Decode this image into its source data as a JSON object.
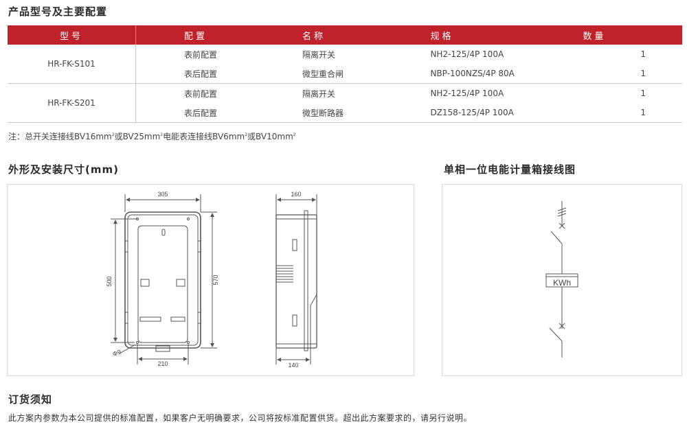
{
  "sections": {
    "config_title": "产品型号及主要配置",
    "dimensions_title": "外形及安装尺寸(mm)",
    "wiring_title": "单相一位电能计量箱接线图",
    "order_title": "订货须知"
  },
  "table": {
    "headers": [
      "型号",
      "配置",
      "名称",
      "规格",
      "数量"
    ],
    "groups": [
      {
        "model": "HR-FK-S101",
        "rows": [
          {
            "config": "表前配置",
            "name": "隔离开关",
            "spec": "NH2-125/4P  100A",
            "qty": "1"
          },
          {
            "config": "表后配置",
            "name": "微型重合闸",
            "spec": "NBP-100NZS/4P 80A",
            "qty": "1"
          }
        ]
      },
      {
        "model": "HR-FK-S201",
        "rows": [
          {
            "config": "表前配置",
            "name": "隔离开关",
            "spec": "NH2-125/4P  100A",
            "qty": "1"
          },
          {
            "config": "表后配置",
            "name": "微型断路器",
            "spec": "DZ158-125/4P 100A",
            "qty": "1"
          }
        ]
      }
    ],
    "header_color": "#c0222b"
  },
  "note": {
    "p1": "注：总开关连接线BV16mm",
    "p2": "或BV25mm",
    "p3": "电能表连接线BV6mm",
    "p4": "或BV10mm",
    "sup": "2"
  },
  "dimensions": {
    "front_width": "305",
    "front_height_outer": "570",
    "front_height_mount": "500",
    "mount_width": "210",
    "hole_diameter": "Φ9",
    "side_depth_top": "160",
    "side_depth_bottom": "140"
  },
  "wiring": {
    "meter_label": "KWh"
  },
  "order": {
    "text": "此方案内参数为本公司提供的标准配置，如果客户无明确要求，公司将按标准配置供货。超出此方案要求的，请另行说明。"
  }
}
